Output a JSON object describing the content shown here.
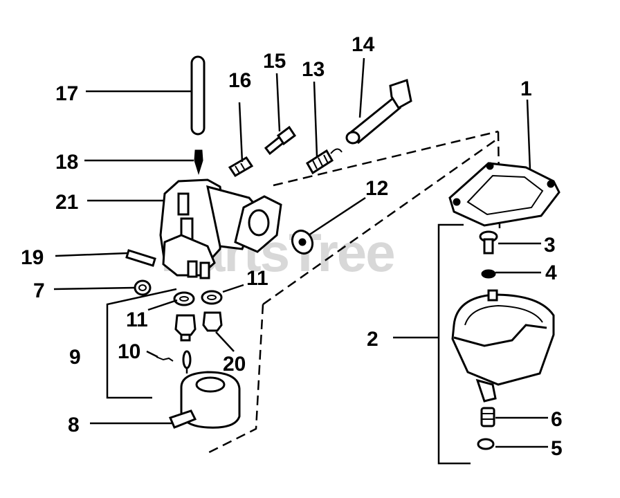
{
  "watermark": "PartsTree",
  "labels": {
    "l1": "1",
    "l2": "2",
    "l3": "3",
    "l4": "4",
    "l5": "5",
    "l6": "6",
    "l7": "7",
    "l8": "8",
    "l9": "9",
    "l10": "10",
    "l11a": "11",
    "l11b": "11",
    "l12": "12",
    "l13": "13",
    "l14": "14",
    "l15": "15",
    "l16": "16",
    "l17": "17",
    "l18": "18",
    "l19": "19",
    "l20": "20",
    "l21": "21"
  },
  "colors": {
    "ink": "#000000",
    "paper": "#ffffff",
    "watermark": "#d8d8d8"
  }
}
